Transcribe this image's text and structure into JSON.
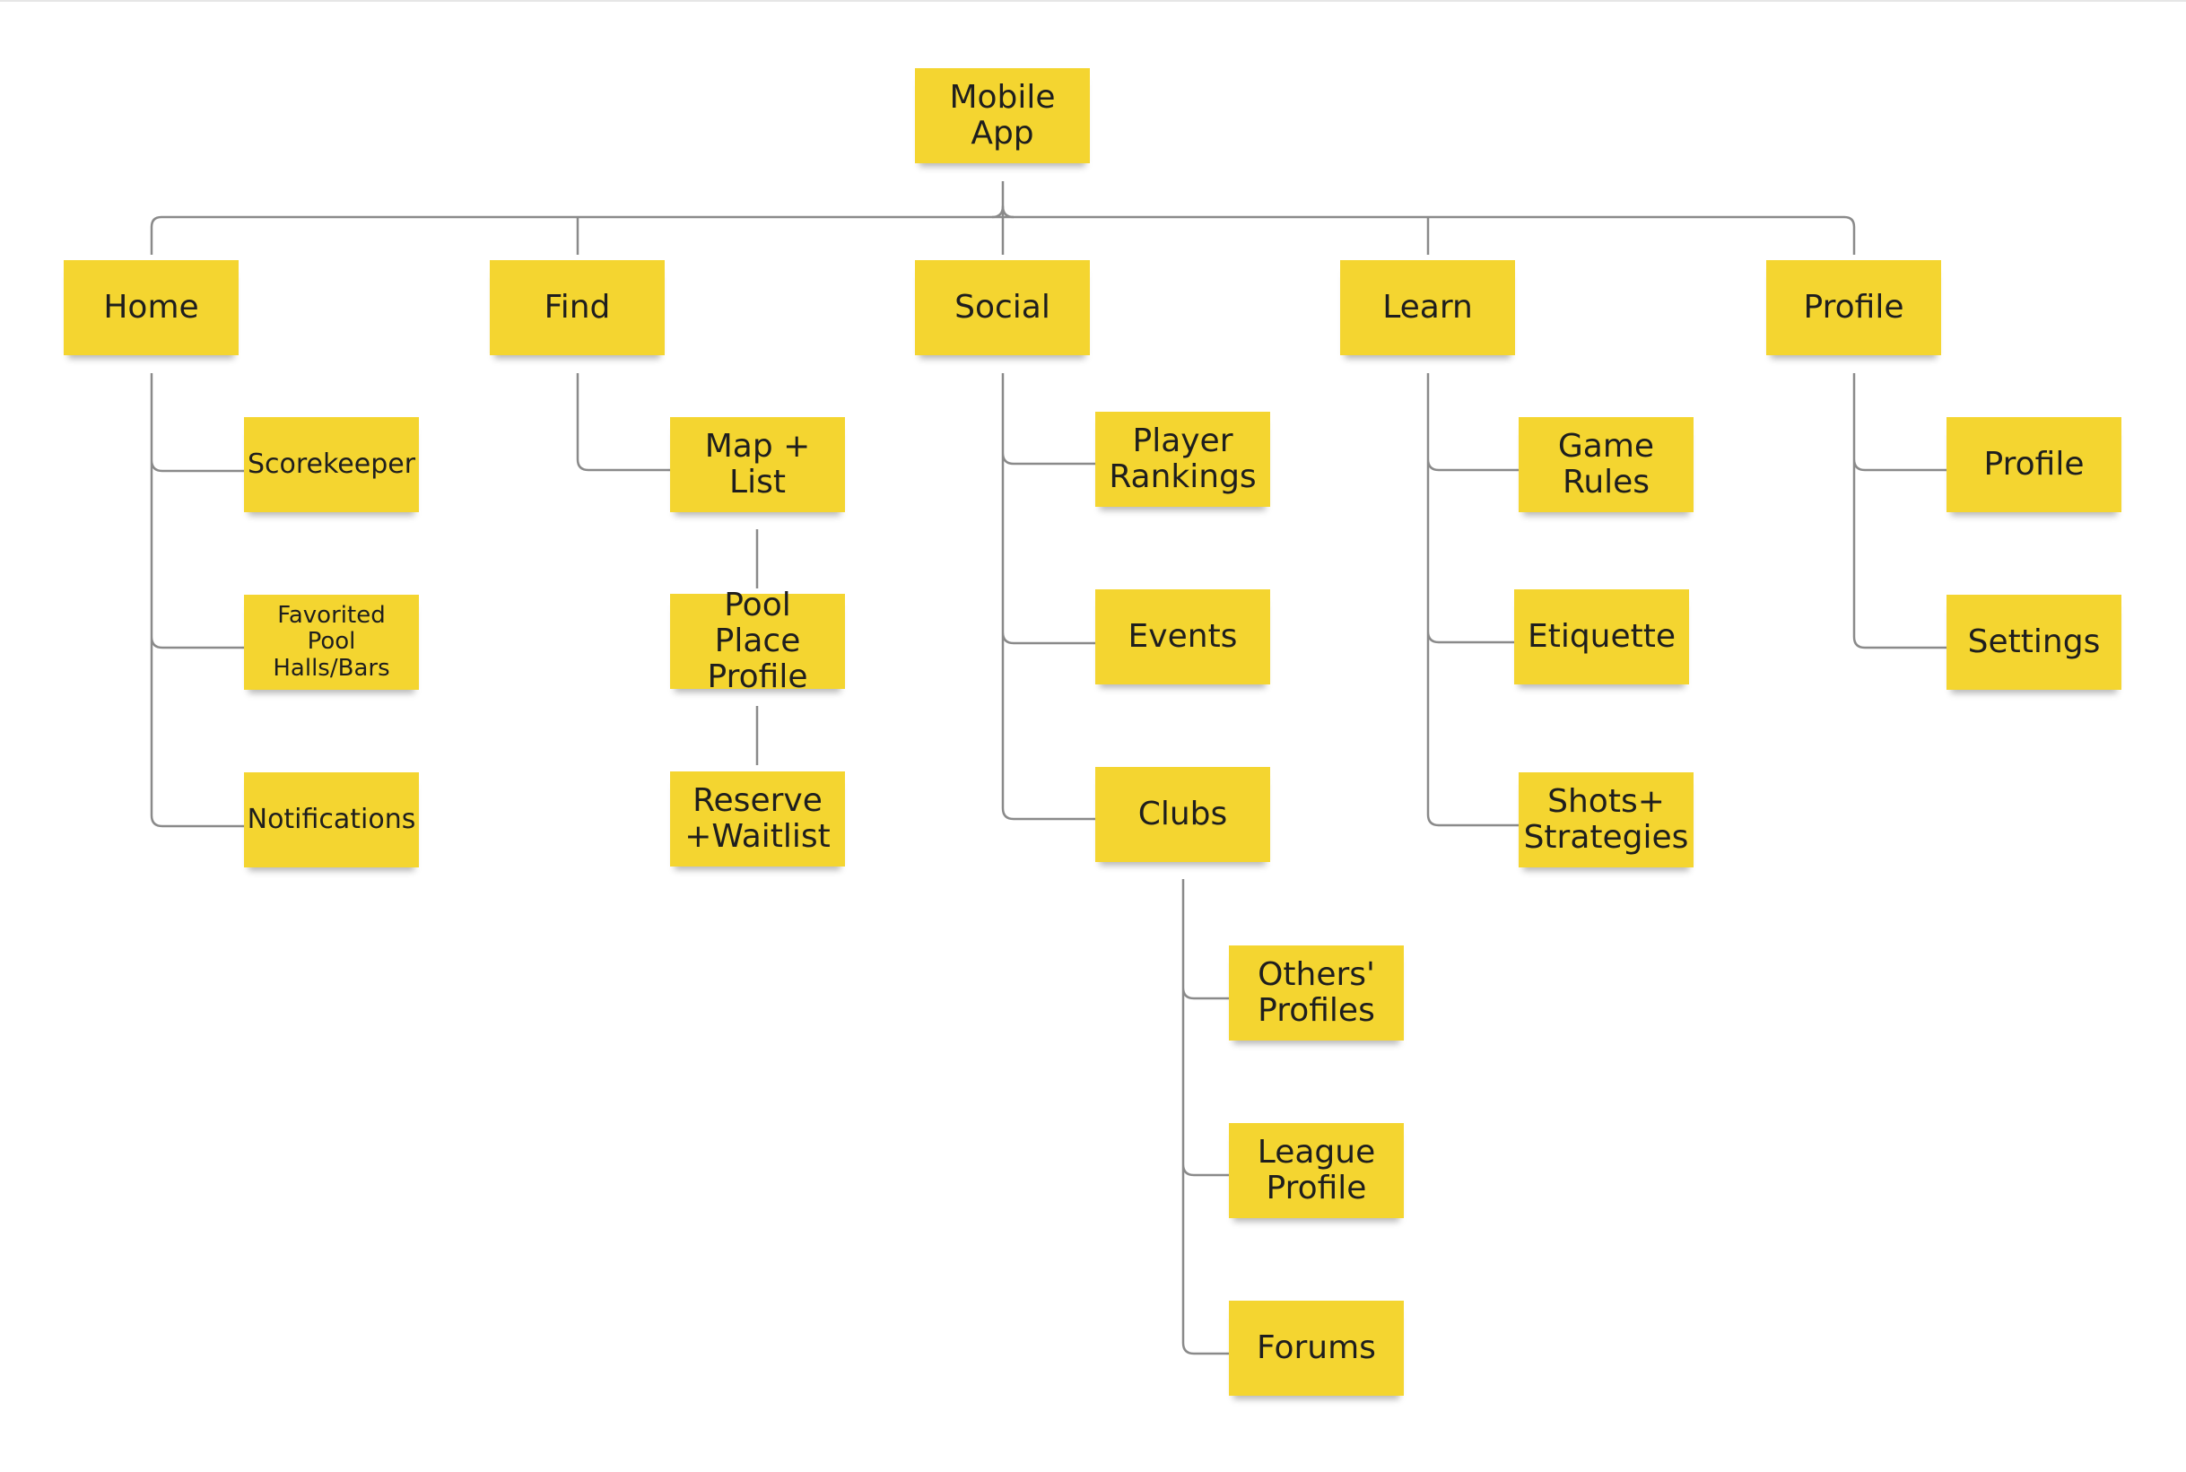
{
  "diagram": {
    "root": {
      "label": "Mobile\nApp"
    },
    "sections": [
      {
        "id": "home",
        "label": "Home",
        "children": [
          {
            "label": "Scorekeeper"
          },
          {
            "label": "Favorited\nPool\nHalls/Bars"
          },
          {
            "label": "Notifications"
          }
        ]
      },
      {
        "id": "find",
        "label": "Find",
        "children": [
          {
            "label": "Map + List"
          },
          {
            "label": "Pool Place\nProfile"
          },
          {
            "label": "Reserve\n+Waitlist"
          }
        ]
      },
      {
        "id": "social",
        "label": "Social",
        "children": [
          {
            "label": "Player\nRankings"
          },
          {
            "label": "Events"
          },
          {
            "label": "Clubs"
          }
        ],
        "clubs_children": [
          {
            "label": "Others'\nProfiles"
          },
          {
            "label": "League\nProfile"
          },
          {
            "label": "Forums"
          }
        ]
      },
      {
        "id": "learn",
        "label": "Learn",
        "children": [
          {
            "label": "Game\nRules"
          },
          {
            "label": "Etiquette"
          },
          {
            "label": "Shots+\nStrategies"
          }
        ]
      },
      {
        "id": "profile",
        "label": "Profile",
        "children": [
          {
            "label": "Profile"
          },
          {
            "label": "Settings"
          }
        ]
      }
    ],
    "colors": {
      "note": "#f4d530",
      "connector": "#8a8a8a",
      "text": "#1e1e1e"
    }
  }
}
